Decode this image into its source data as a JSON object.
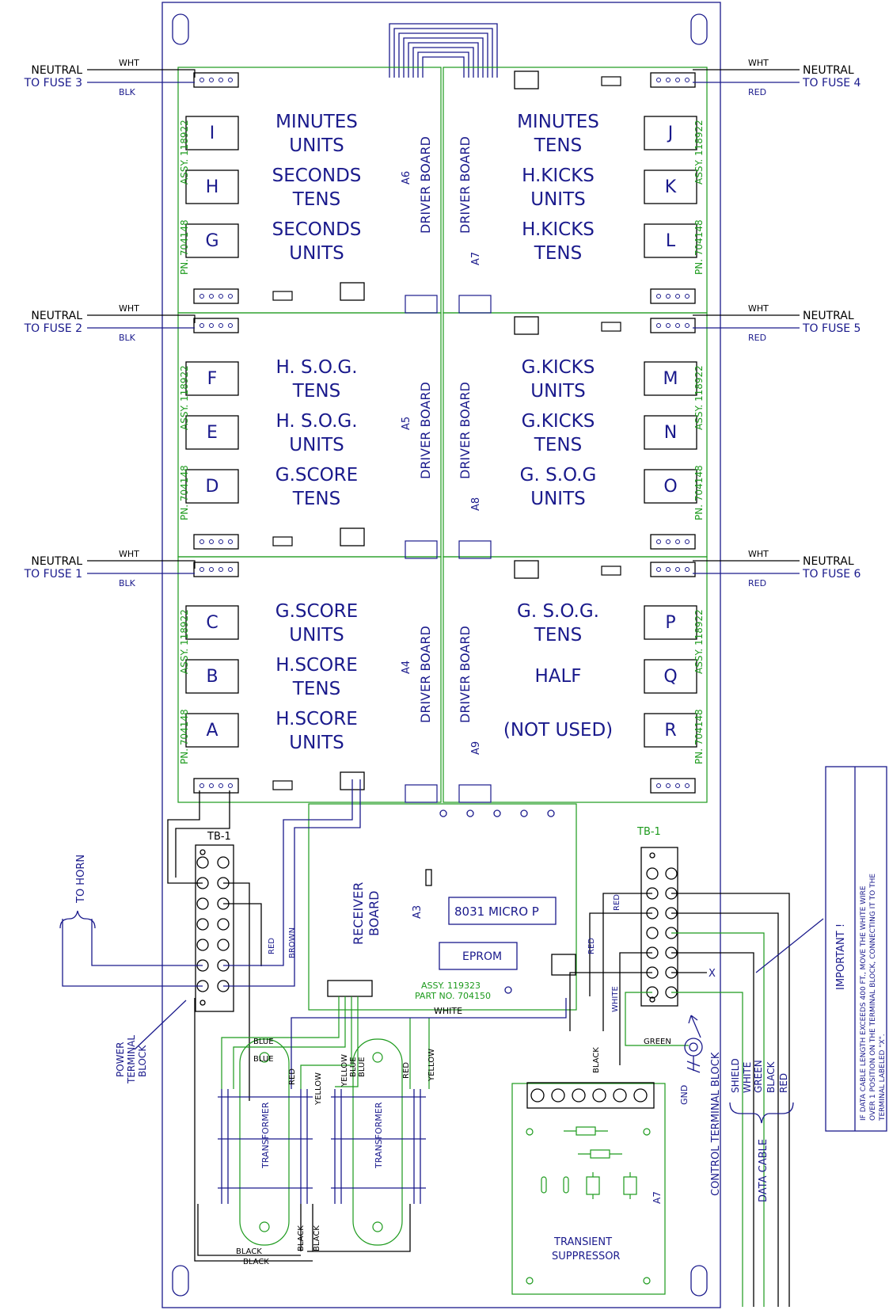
{
  "colors": {
    "wire_blue": "#1a1a8c",
    "board_green": "#1c9a1c",
    "ink_black": "#000000"
  },
  "boards": [
    {
      "id": "A6",
      "designator": "A6",
      "title": "DRIVER BOARD",
      "assy": "ASSY. 118922",
      "pn": "PN. 704148",
      "digits": [
        {
          "letter": "I",
          "label": [
            "MINUTES",
            "UNITS"
          ]
        },
        {
          "letter": "H",
          "label": [
            "SECONDS",
            "TENS"
          ]
        },
        {
          "letter": "G",
          "label": [
            "SECONDS",
            "UNITS"
          ]
        }
      ]
    },
    {
      "id": "A7",
      "designator": "A7",
      "title": "DRIVER BOARD",
      "assy": "ASSY. 118922",
      "pn": "PN. 704148",
      "digits": [
        {
          "letter": "J",
          "label": [
            "MINUTES",
            "TENS"
          ]
        },
        {
          "letter": "K",
          "label": [
            "H.KICKS",
            "UNITS"
          ]
        },
        {
          "letter": "L",
          "label": [
            "H.KICKS",
            "TENS"
          ]
        }
      ]
    },
    {
      "id": "A5",
      "designator": "A5",
      "title": "DRIVER BOARD",
      "assy": "ASSY. 118922",
      "pn": "PN. 704148",
      "digits": [
        {
          "letter": "F",
          "label": [
            "H. S.O.G.",
            "TENS"
          ]
        },
        {
          "letter": "E",
          "label": [
            "H. S.O.G.",
            "UNITS"
          ]
        },
        {
          "letter": "D",
          "label": [
            "G.SCORE",
            "TENS"
          ]
        }
      ]
    },
    {
      "id": "A8",
      "designator": "A8",
      "title": "DRIVER BOARD",
      "assy": "ASSY. 118922",
      "pn": "PN. 704148",
      "digits": [
        {
          "letter": "M",
          "label": [
            "G.KICKS",
            "UNITS"
          ]
        },
        {
          "letter": "N",
          "label": [
            "G.KICKS",
            "TENS"
          ]
        },
        {
          "letter": "O",
          "label": [
            "G. S.O.G",
            "UNITS"
          ]
        }
      ]
    },
    {
      "id": "A4",
      "designator": "A4",
      "title": "DRIVER BOARD",
      "assy": "ASSY. 118922",
      "pn": "PN. 704148",
      "digits": [
        {
          "letter": "C",
          "label": [
            "G.SCORE",
            "UNITS"
          ]
        },
        {
          "letter": "B",
          "label": [
            "H.SCORE",
            "TENS"
          ]
        },
        {
          "letter": "A",
          "label": [
            "H.SCORE",
            "UNITS"
          ]
        }
      ]
    },
    {
      "id": "A9",
      "designator": "A9",
      "title": "DRIVER BOARD",
      "assy": "ASSY. 118922",
      "pn": "PN. 704148",
      "digits": [
        {
          "letter": "P",
          "label": [
            "G. S.O.G.",
            "TENS"
          ]
        },
        {
          "letter": "Q",
          "label": [
            "HALF"
          ]
        },
        {
          "letter": "R",
          "label": [
            "(NOT USED)"
          ]
        }
      ]
    }
  ],
  "fuse_feeds": [
    {
      "neutral": "NEUTRAL",
      "fuse": "TO FUSE 3",
      "top_wire": "WHT",
      "bottom_wire": "BLK"
    },
    {
      "neutral": "NEUTRAL",
      "fuse": "TO FUSE 4",
      "top_wire": "WHT",
      "bottom_wire": "RED"
    },
    {
      "neutral": "NEUTRAL",
      "fuse": "TO FUSE 2",
      "top_wire": "WHT",
      "bottom_wire": "BLK"
    },
    {
      "neutral": "NEUTRAL",
      "fuse": "TO FUSE 5",
      "top_wire": "WHT",
      "bottom_wire": "RED"
    },
    {
      "neutral": "NEUTRAL",
      "fuse": "TO FUSE 1",
      "top_wire": "WHT",
      "bottom_wire": "BLK"
    },
    {
      "neutral": "NEUTRAL",
      "fuse": "TO FUSE 6",
      "top_wire": "WHT",
      "bottom_wire": "RED"
    }
  ],
  "receiver": {
    "name_lines": [
      "RECEIVER",
      "BOARD",
      "A3"
    ],
    "micro": "8031 MICRO P",
    "eprom": "EPROM",
    "assy_lines": [
      "ASSY. 119323",
      "PART NO. 704150"
    ]
  },
  "power_block": {
    "tb": "TB-1",
    "caption": [
      "POWER",
      "TERMINAL",
      "BLOCK"
    ],
    "horn": "TO HORN"
  },
  "control_block": {
    "tb": "TB-1",
    "caption": "CONTROL TERMINAL BLOCK",
    "x_mark": "X",
    "gnd": "GND"
  },
  "transformer_label": "TRANSFORMER",
  "suppressor": {
    "lines": [
      "TRANSIENT",
      "SUPPRESSOR"
    ],
    "designator": "A7"
  },
  "data_cable": {
    "caption": "DATA CABLE",
    "wires": [
      "SHIELD",
      "WHITE",
      "GREEN",
      "BLACK",
      "RED"
    ]
  },
  "wire_labels": {
    "red": "RED",
    "brown": "BROWN",
    "blue": "BLUE",
    "yellow": "YELLOW",
    "white": "WHITE",
    "black": "BLACK",
    "green": "GREEN"
  },
  "note": {
    "title": "IMPORTANT !",
    "lines": [
      "IF DATA CABLE LENGTH EXCEEDS 400 FT., MOVE THE WHITE WIRE",
      "OVER 1 POSITION ON THE TERMINAL BLOCK, CONNECTING IT TO THE",
      "TERMINAL LABELED \"X\"."
    ]
  }
}
